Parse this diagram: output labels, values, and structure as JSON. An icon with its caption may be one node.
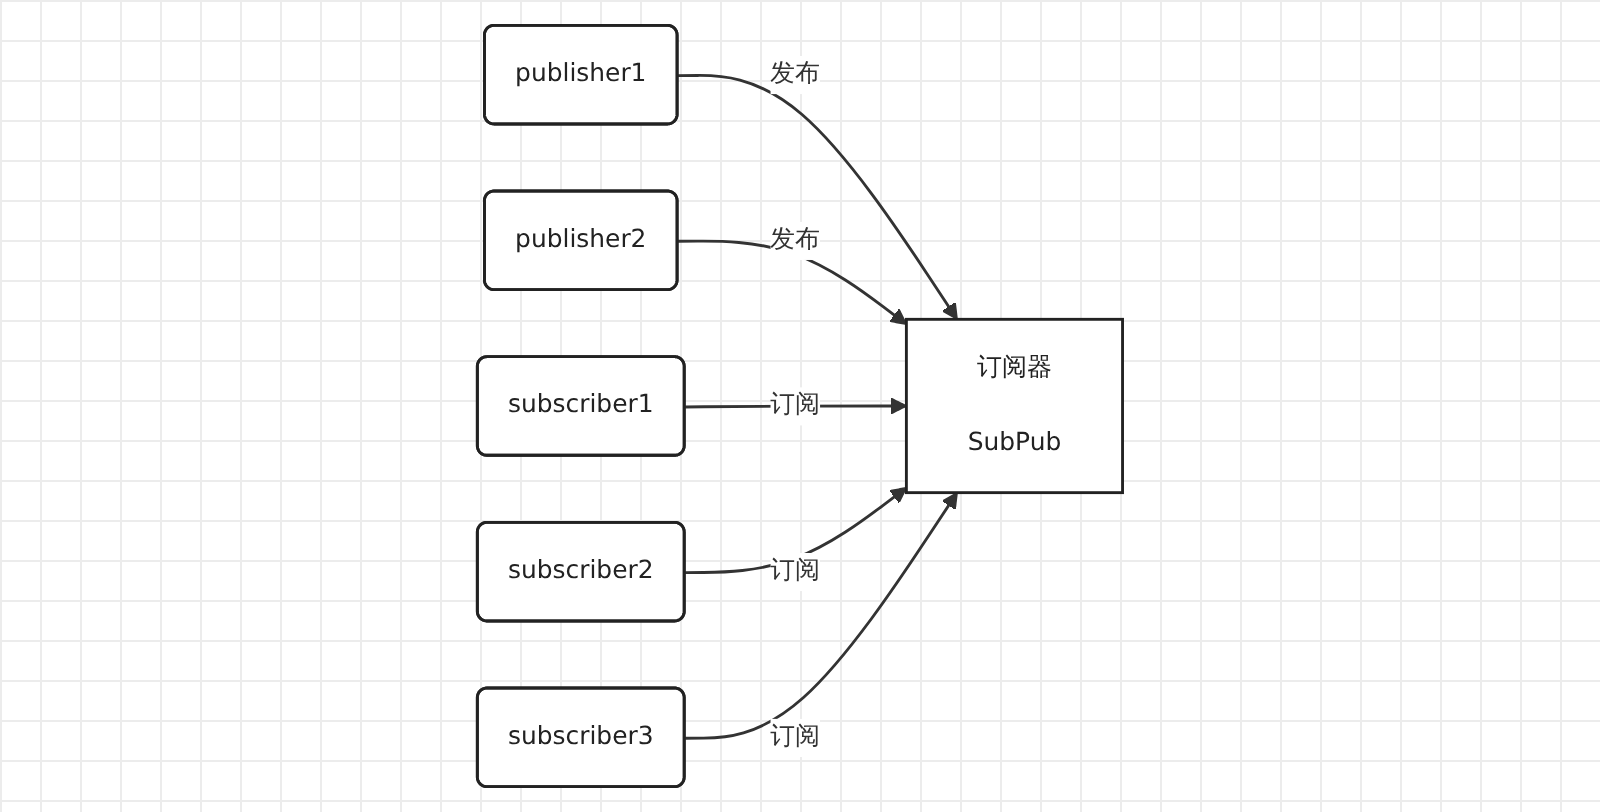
{
  "diagram": {
    "nodes": [
      {
        "text": [
          "publisher1"
        ]
      },
      {
        "text": [
          "publisher2"
        ]
      },
      {
        "text": [
          "订阅器",
          "SubPub"
        ]
      },
      {
        "text": [
          "subscriber1"
        ]
      },
      {
        "text": [
          "subscriber2"
        ]
      },
      {
        "text": [
          "subscriber3"
        ]
      }
    ],
    "edges": [
      {
        "from": 0,
        "to": 2,
        "label": "发布",
        "arrow": "to"
      },
      {
        "from": 1,
        "to": 2,
        "label": "发布",
        "arrow": "to"
      },
      {
        "from": 3,
        "to": 2,
        "label": "订阅",
        "arrow": "to"
      },
      {
        "from": 4,
        "to": 2,
        "label": "订阅",
        "arrow": "to"
      },
      {
        "from": 5,
        "to": 2,
        "label": "订阅",
        "arrow": "to"
      }
    ]
  }
}
